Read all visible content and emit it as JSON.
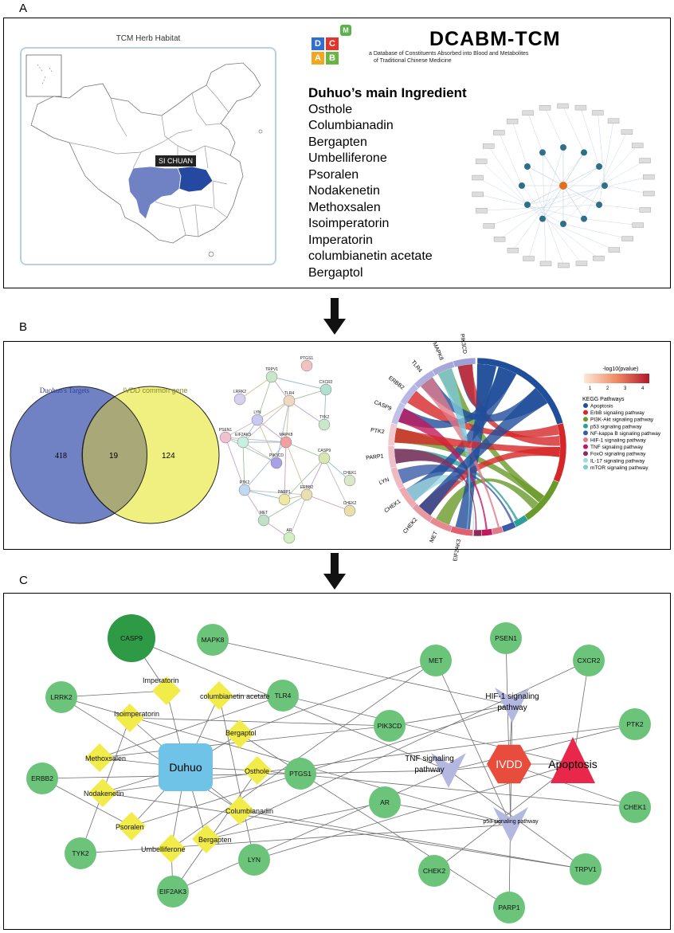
{
  "panel_labels": {
    "a": "A",
    "b": "B",
    "c": "C"
  },
  "panel_a": {
    "map_title": "TCM Herb Habitat",
    "region_label": "SI CHUAN",
    "logo_letters": [
      "D",
      "C",
      "A",
      "B",
      "M"
    ],
    "db_title": "DCABM-TCM",
    "db_subtitle_1": "a Database of Constituents Absorbed into Blood and Metabolites",
    "db_subtitle_2": "of Traditional Chinese Medicine",
    "ingredient_title": "Duhuo’s main Ingredient",
    "ingredients": [
      "Osthole",
      "Columbianadin",
      "Bergapten",
      "Umbelliferone",
      "Psoralen",
      "Nodakenetin",
      "Methoxsalen",
      "Isoimperatorin",
      "Imperatorin",
      "columbianetin acetate",
      "Bergaptol"
    ]
  },
  "panel_b": {
    "venn": {
      "left_label": "Duohuo's Targets",
      "right_label": "IVDD common gene",
      "left_only": "418",
      "overlap": "19",
      "right_only": "124",
      "left_color": "#7182c4",
      "right_color": "#f0f080",
      "overlap_color": "#a8a878"
    },
    "ppi_nodes": [
      "PTGS1",
      "TRPV1",
      "CXCR2",
      "LRRK2",
      "TLR4",
      "LYN",
      "TYK2",
      "PSEN1",
      "EIF2AK3",
      "PIK3CD",
      "MAPK8",
      "CASP9",
      "CHEK1",
      "PTK2",
      "ERBB2",
      "PARP1",
      "CHEK2",
      "MET",
      "AR"
    ],
    "chord": {
      "genes": [
        "PIK3CD",
        "MAPK8",
        "TLR4",
        "ERBB2",
        "CASP9",
        "PTK2",
        "PARP1",
        "LYN",
        "CHEK1",
        "CHEK2",
        "MET",
        "EIF2AK3"
      ],
      "legend_scale_title": "-log10(pvalue)",
      "legend_scale_ticks": [
        "1",
        "2",
        "3",
        "4"
      ],
      "legend_title": "KEGG Pathways",
      "pathways": [
        {
          "name": "Apoptosis",
          "color": "#1f4e9a"
        },
        {
          "name": "ErbB signaling pathway",
          "color": "#d62728"
        },
        {
          "name": "PI3K-Akt signaling pathway",
          "color": "#6a9a2a"
        },
        {
          "name": "p53 signaling pathway",
          "color": "#2aa198"
        },
        {
          "name": "NF-kappa B signaling pathway",
          "color": "#3b5ba8"
        },
        {
          "name": "HIF-1 signaling pathway",
          "color": "#e07b8a"
        },
        {
          "name": "TNF signaling pathway",
          "color": "#c2185b"
        },
        {
          "name": "FoxO signaling pathway",
          "color": "#8e2a5a"
        },
        {
          "name": "IL-17 signaling pathway",
          "color": "#9fd8e0"
        },
        {
          "name": "mTOR signaling pathway",
          "color": "#7ec8d8"
        }
      ]
    }
  },
  "panel_c": {
    "hub": "Duhuo",
    "disease": "IVDD",
    "apoptosis": "Apoptosis",
    "pathways": {
      "hif1": "HIF-1 signaling pathway",
      "tnf": "TNF signaling pathway",
      "p53": "p53 signaling pathway"
    },
    "ingredients": [
      "Imperatorin",
      "columbianetin acetate",
      "Isoimperatorin",
      "Bergaptol",
      "Methoxsalen",
      "Osthole",
      "Nodakenetin",
      "Columbianadin",
      "Psoralen",
      "Umbelliferone",
      "Bergapten"
    ],
    "targets": [
      "CASP9",
      "MAPK8",
      "LRRK2",
      "TLR4",
      "ERBB2",
      "PTGS1",
      "TYK2",
      "LYN",
      "EIF2AK3",
      "MET",
      "PSEN1",
      "CXCR2",
      "PIK3CD",
      "PTK2",
      "AR",
      "CHEK1",
      "CHEK2",
      "PARP1",
      "TRPV1"
    ],
    "colors": {
      "target": "#6cc47a",
      "casp9": "#2e9a45",
      "ingredient": "#f2ec4a",
      "hub": "#6ec3e6",
      "ivdd": "#e84c3d",
      "apoptosis": "#e8274a",
      "pathway": "#b4b8e0"
    }
  }
}
